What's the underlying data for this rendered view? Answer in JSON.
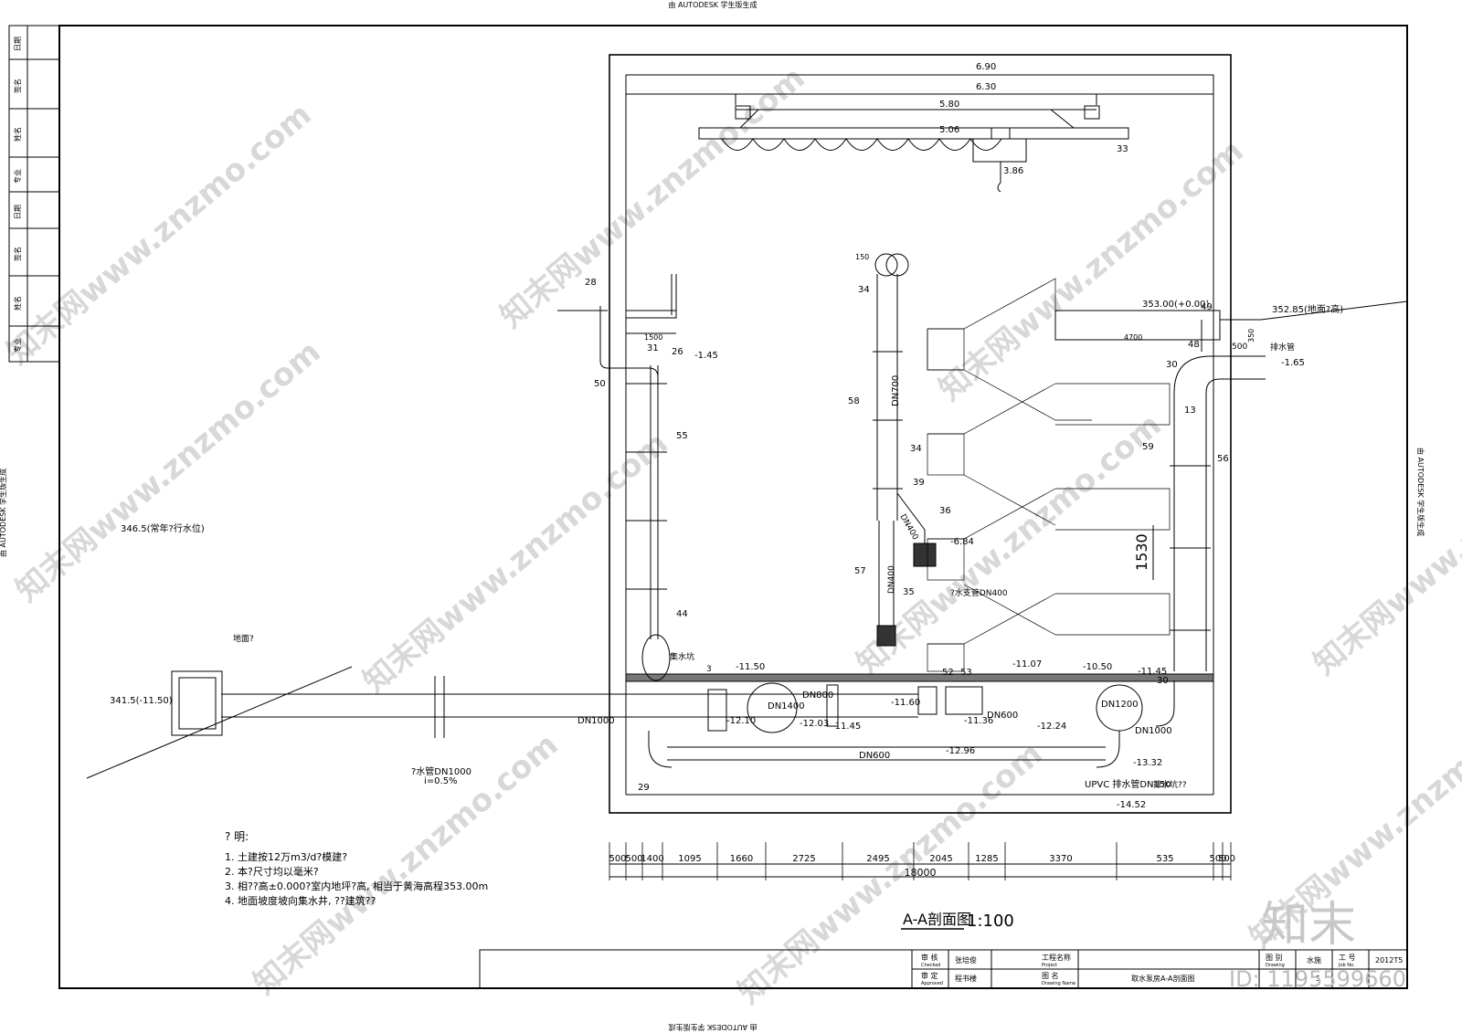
{
  "watermark_top": "由 AUTODESK 学生版生成",
  "watermark_bottom": "由 AUTODESK 学生版生成",
  "watermark_side": "由 AUTODESK 学生版生成",
  "watermark_site": "知末网www.znzmo.com",
  "logo": "知末",
  "id_text": "ID: 1195599660",
  "left_strip": [
    "日期",
    "签名",
    "姓名",
    "专业",
    "日期",
    "签名",
    "姓名",
    "专业"
  ],
  "elevations": {
    "e690": "6.90",
    "e630": "6.30",
    "e580": "5.80",
    "e506": "5.06",
    "e386": "3.86",
    "e353": "353.00(+0.00)",
    "e35285": "352.85(地面?高)",
    "em145": "-1.45",
    "em165": "-1.65",
    "e3465": "346.5(常年?行水位)",
    "e3415": "341.5(-11.50)",
    "em1150": "-11.50",
    "em1107": "-11.07",
    "em1050": "-10.50",
    "em1145": "-11.45",
    "em1160": "-11.60",
    "em1210": "-12.10",
    "em1203": "-12.03",
    "em1145b": "-11.45",
    "em1136": "-11.36",
    "em1224": "-12.24",
    "em1296": "-12.96",
    "em1332": "-13.32",
    "em1452": "-14.52",
    "em684": "-6.84"
  },
  "labels": {
    "l150": "150",
    "l1500": "1500",
    "l4700": "4700",
    "l500": "500",
    "l350": "350",
    "l1530": "1530",
    "dn700": "DN700",
    "dn400a": "DN400",
    "dn400b": "DN400",
    "dn1000": "DN1000",
    "dn1400": "DN1400",
    "dn800": "DN800",
    "dn600a": "DN600",
    "dn600b": "DN600",
    "dn1200": "DN1200",
    "dn1000b": "DN1000",
    "ground": "地面?",
    "pipe_note": "?水管DN1000",
    "slope": "i=0.5%",
    "supply": "?水支管DN400",
    "drain": "排水管",
    "upvc": "UPVC 排水管DN150",
    "pump_pit": "排水坑??",
    "sump": "集水坑",
    "n3": "3",
    "n33": "33"
  },
  "callouts": [
    "28",
    "31",
    "26",
    "50",
    "55",
    "44",
    "34",
    "58",
    "34",
    "39",
    "36",
    "57",
    "35",
    "52",
    "53",
    "29",
    "49",
    "48",
    "30",
    "13",
    "59",
    "56",
    "30"
  ],
  "dims": [
    "500",
    "500",
    "1400",
    "1095",
    "1660",
    "2725",
    "2495",
    "2045",
    "1285",
    "3370",
    "535",
    "500",
    "500"
  ],
  "dim_total": "18000",
  "notes_title": "? 明:",
  "notes": [
    "1. 土建按12万m3/d?模建?",
    "2. 本?尺寸均以毫米?",
    "3. 相??高±0.000?室内地坪?高, 相当于黄海高程353.00m",
    "4. 地面坡度坡向集水井, ??建筑??"
  ],
  "drawing_title": "A-A剖面图",
  "scale": "1:100",
  "titleblock": {
    "r1c1": "审 核",
    "r1c1b": "Checked",
    "r1c2": "张培俊",
    "r2c1": "审 定",
    "r2c1b": "Approved",
    "r2c2": "程书楼",
    "r1c3": "工程名称",
    "r1c3b": "Project",
    "r2c3": "图 名",
    "r2c3b": "Drawing Name",
    "drawing_name": "取水泵房A-A剖面图",
    "r1c5": "图 别",
    "r1c5b": "Drawing",
    "r1c6": "水施",
    "r1c7": "工 号",
    "r1c7b": "Job No.",
    "r1c8": "2012T5",
    "r2c6": "5"
  }
}
